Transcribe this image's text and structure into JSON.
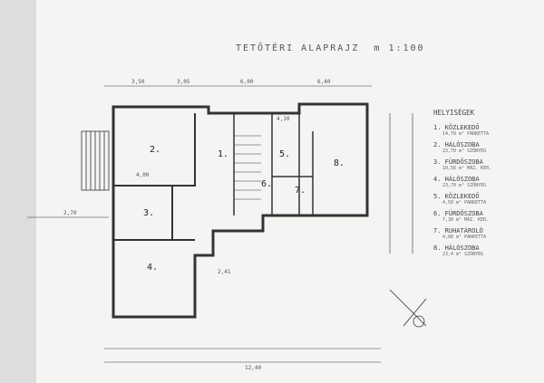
{
  "title": "TETŐTÉRI ALAPRAJZ",
  "scale": "m 1:100",
  "legend": {
    "heading": "HELYISÉGEK",
    "rooms": [
      {
        "num": "1.",
        "name": "KÖZLEKEDŐ",
        "detail": "14,70 m² PARKETTA"
      },
      {
        "num": "2.",
        "name": "HÁLÓSZOBA",
        "detail": "23,70 m² SZŐNYEG"
      },
      {
        "num": "3.",
        "name": "FÜRDŐSZOBA",
        "detail": "10,56 m² MÁZ. KER."
      },
      {
        "num": "4.",
        "name": "HÁLÓSZOBA",
        "detail": "23,70 m² SZŐNYEG"
      },
      {
        "num": "5.",
        "name": "KÖZLEKEDŐ",
        "detail": "4,50 m² PARKETTA"
      },
      {
        "num": "6.",
        "name": "FÜRDŐSZOBA",
        "detail": "7,30 m² MÁZ. KER."
      },
      {
        "num": "7.",
        "name": "RUHATÁROLÓ",
        "detail": "4,08 m² PARKETTA"
      },
      {
        "num": "8.",
        "name": "HÁLÓSZOBA",
        "detail": "23,4 m² SZŐNYEG"
      }
    ]
  },
  "plan_labels": {
    "r1": "1.",
    "r2": "2.",
    "r3": "3.",
    "r4": "4.",
    "r5": "5.",
    "r6": "6.",
    "r7": "7.",
    "r8": "8."
  },
  "dimensions": {
    "top": [
      "3,50",
      "3,05",
      "6,00",
      "6,40"
    ],
    "bottom": "12,40",
    "mid": [
      "4,00",
      "2,41",
      "4,10",
      "2,70"
    ]
  }
}
